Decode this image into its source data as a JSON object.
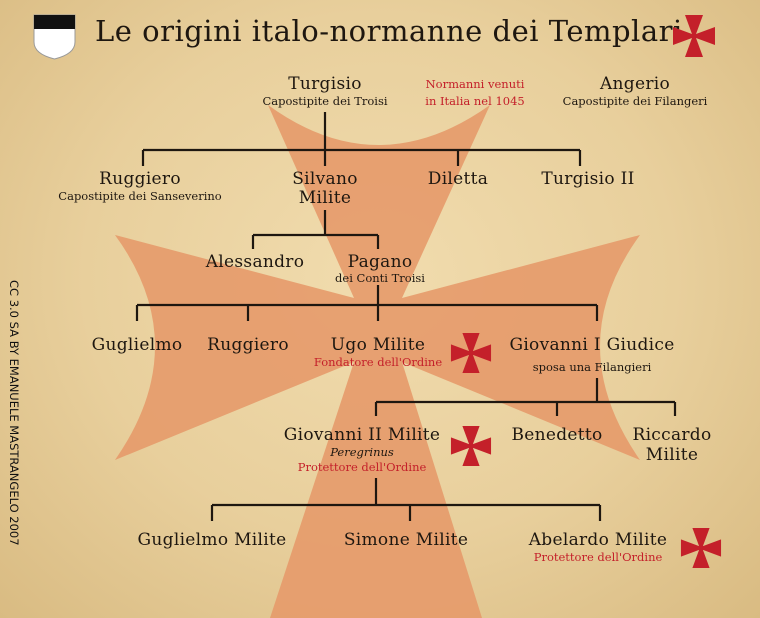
{
  "title": "Le origini italo-normanne dei Templari",
  "credit": "CC 3.0 SA BY EMANUELE MASTRANGELO 2007",
  "colors": {
    "cross_bg": "#e59a6a",
    "accent_red": "#c4202a",
    "line": "#1e1710"
  },
  "note": {
    "line1": "Normanni venuti",
    "line2": "in Italia nel 1045"
  },
  "nodes": {
    "turgisio": {
      "name": "Turgisio",
      "sub": "Capostipite dei Troisi"
    },
    "angerio": {
      "name": "Angerio",
      "sub": "Capostipite dei Filangeri"
    },
    "ruggiero1": {
      "name": "Ruggiero",
      "sub": "Capostipite dei Sanseverino"
    },
    "silvano": {
      "name": "Silvano",
      "name2": "Milite"
    },
    "diletta": {
      "name": "Diletta"
    },
    "turgisio2": {
      "name": "Turgisio II"
    },
    "alessandro": {
      "name": "Alessandro"
    },
    "pagano": {
      "name": "Pagano",
      "sub": "dei Conti Troisi"
    },
    "guglielmo": {
      "name": "Guglielmo"
    },
    "ruggiero2": {
      "name": "Ruggiero"
    },
    "ugo": {
      "name": "Ugo Milite",
      "sub": "Fondatore dell'Ordine"
    },
    "giovanni1": {
      "name": "Giovanni I Giudice",
      "sub": "sposa una Filangieri"
    },
    "giovanni2": {
      "name": "Giovanni II Milite",
      "sub": "Peregrinus",
      "sub2": "Protettore dell'Ordine"
    },
    "benedetto": {
      "name": "Benedetto"
    },
    "riccardo": {
      "name": "Riccardo",
      "name2": "Milite"
    },
    "guglielmo_m": {
      "name": "Guglielmo Milite"
    },
    "simone": {
      "name": "Simone Milite"
    },
    "abelardo": {
      "name": "Abelardo Milite",
      "sub": "Protettore dell'Ordine"
    }
  }
}
